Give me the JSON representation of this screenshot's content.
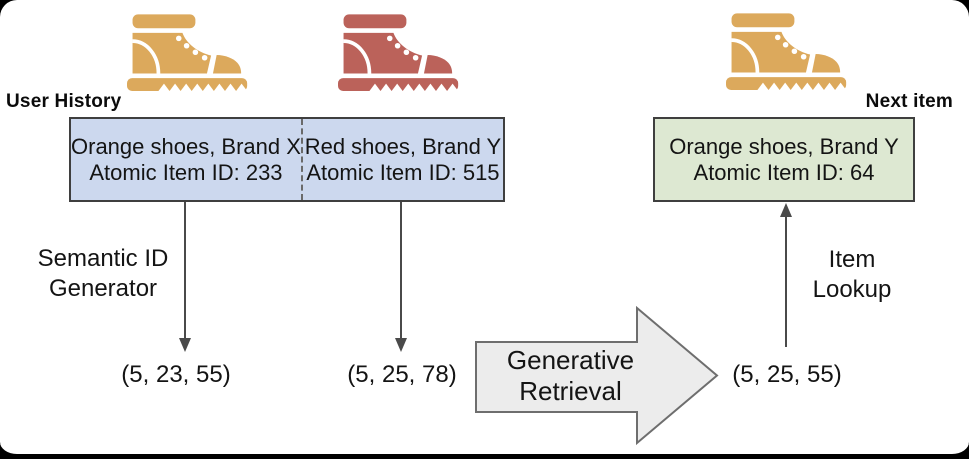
{
  "labels": {
    "user_history": "User History",
    "next_item": "Next item",
    "semantic_id_generator_line1": "Semantic ID",
    "semantic_id_generator_line2": "Generator",
    "item_lookup_line1": "Item",
    "item_lookup_line2": "Lookup",
    "generative_retrieval_line1": "Generative",
    "generative_retrieval_line2": "Retrieval"
  },
  "user_history": {
    "items": [
      {
        "name": "Orange shoes, Brand X",
        "atomic_id": "Atomic Item ID: 233",
        "semantic_id": "(5, 23, 55)",
        "shoe_icon": "orange-boot"
      },
      {
        "name": "Red shoes, Brand Y",
        "atomic_id": "Atomic Item ID: 515",
        "semantic_id": "(5, 25, 78)",
        "shoe_icon": "red-boot"
      }
    ]
  },
  "next_item": {
    "name": "Orange shoes, Brand Y",
    "atomic_id": "Atomic Item ID: 64",
    "retrieved_semantic_id": "(5, 25, 55)",
    "shoe_icon": "orange-boot"
  },
  "colors": {
    "boot_orange": "#DCA95C",
    "boot_red": "#BB625A",
    "history_box_fill": "#CCD8EE",
    "next_box_fill": "#DDE8D2",
    "box_border": "#3F3F3F",
    "big_arrow_fill": "#ECECEC",
    "big_arrow_border": "#6E6E6E",
    "thin_arrow": "#4A4A4A"
  }
}
